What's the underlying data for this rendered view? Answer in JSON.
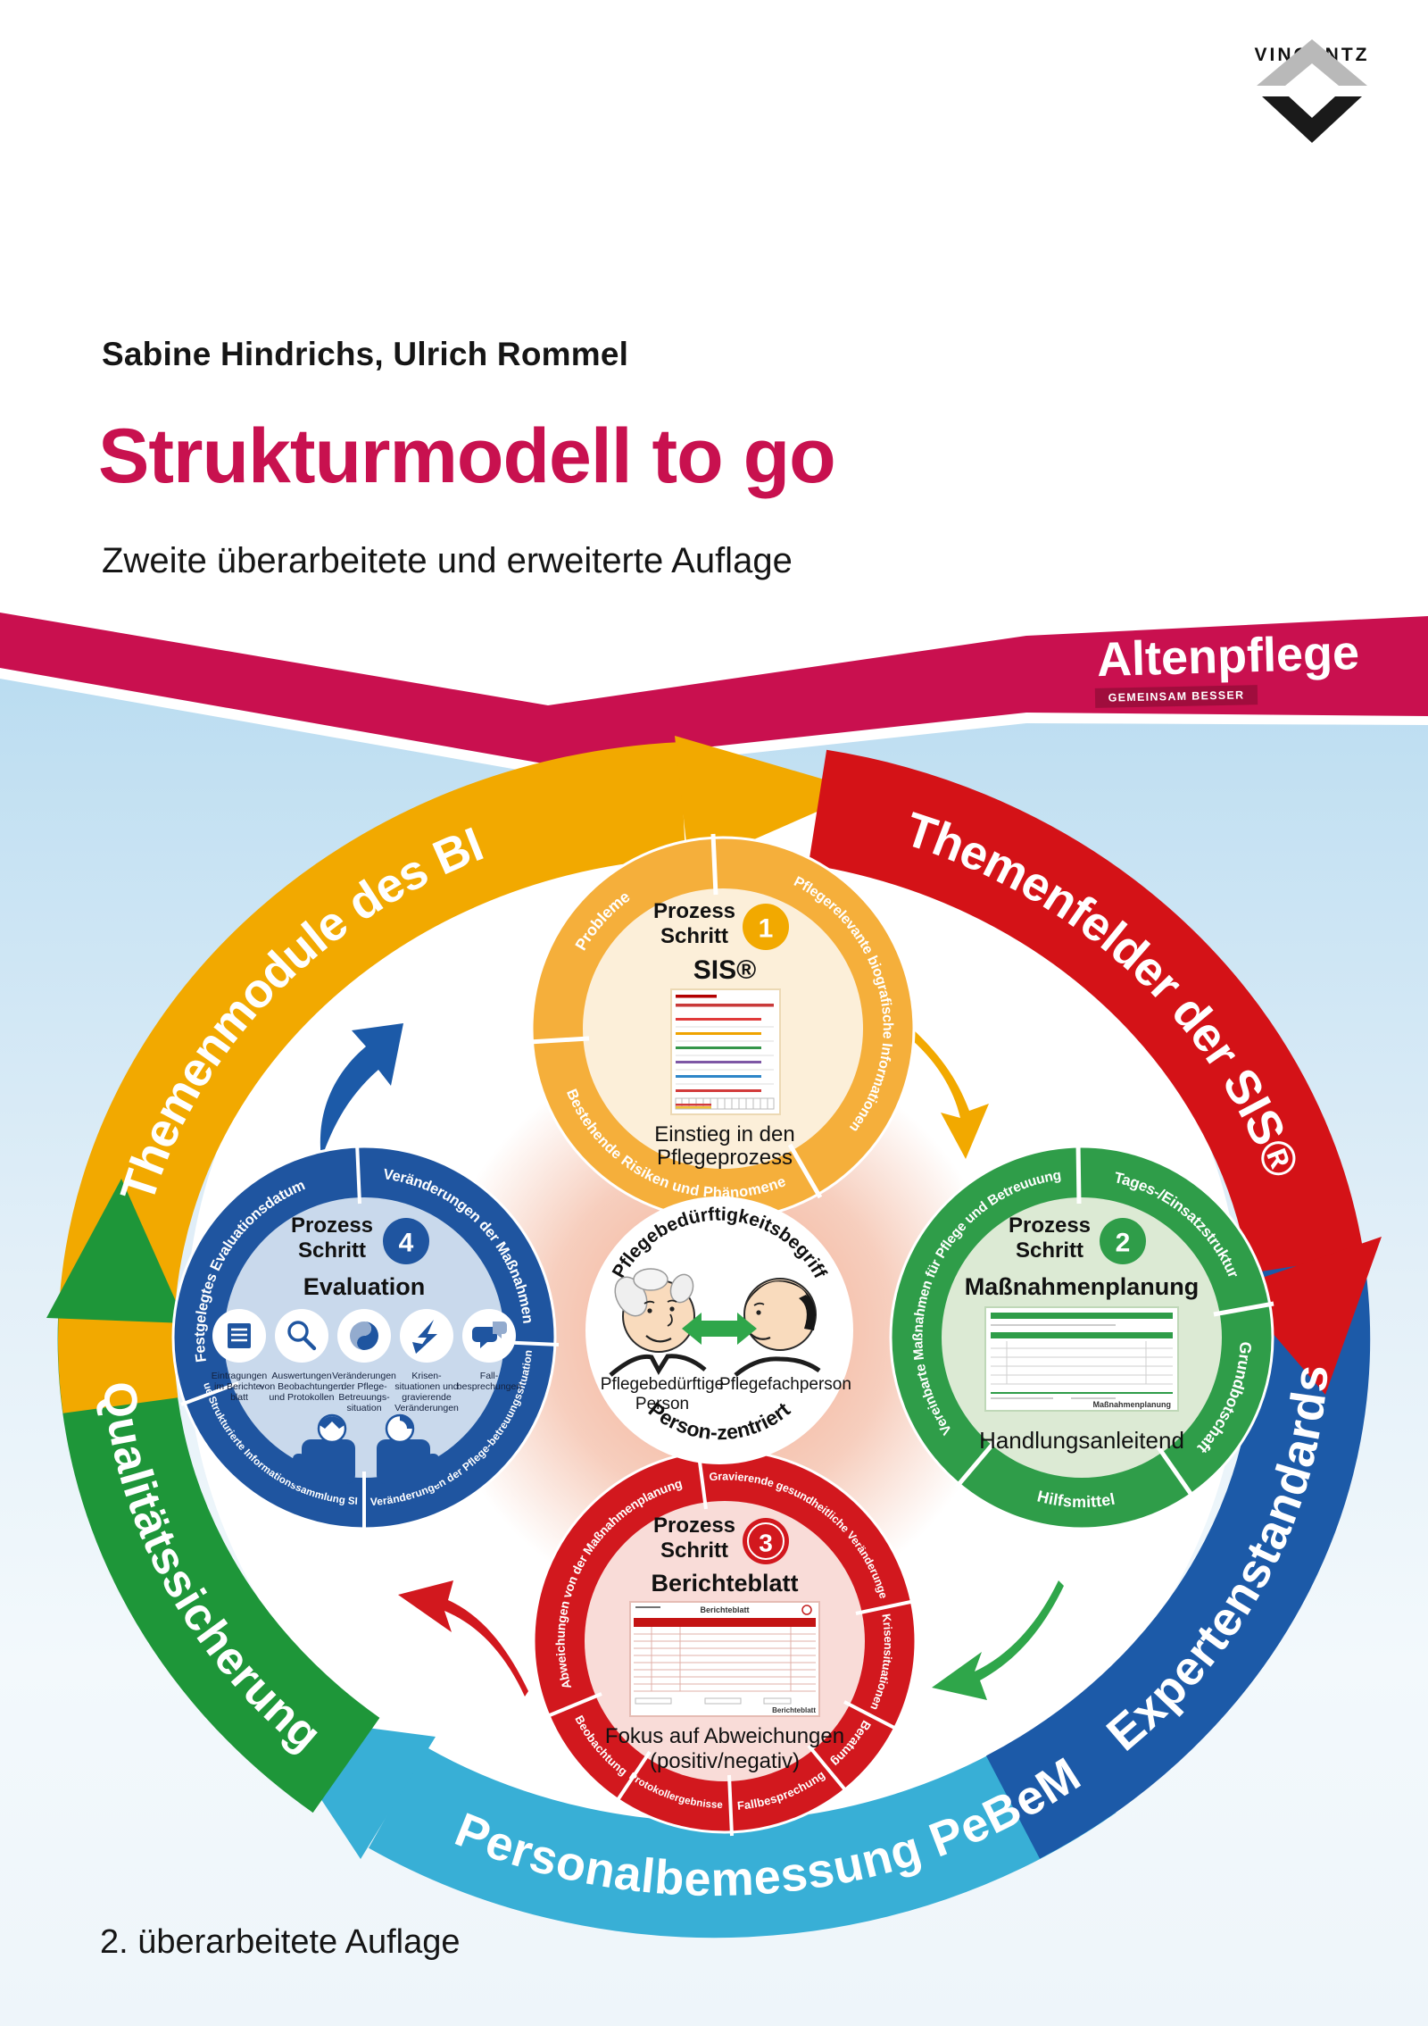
{
  "publisher_logo": {
    "name": "VINCENTZ"
  },
  "cover": {
    "authors": "Sabine Hindrichs, Ulrich Rommel",
    "title": "Strukturmodell to go",
    "subtitle": "Zweite überarbeitete und erweiterte Auflage",
    "edition_note": "2. überarbeitete Auflage"
  },
  "brand_banner": {
    "brand": "Altenpflege",
    "tagline": "GEMEINSAM BESSER"
  },
  "colors": {
    "title_crimson": "#c8114f",
    "banner_red": "#c9104f",
    "arc_yellow": "#f2a900",
    "arc_red": "#d41217",
    "arc_blue": "#1c5aa8",
    "arc_cyan": "#38afd6",
    "arc_green": "#1e9639",
    "ring_step1": "#f5af3b",
    "ring_step2": "#2f9d49",
    "ring_step3": "#d2181e",
    "ring_step4": "#1f55a0",
    "sky_blue": "#85c3e6"
  },
  "diagram": {
    "outer_labels": {
      "yellow": "Themenmodule des BI",
      "red": "Themenfelder der SIS®",
      "blue": "Expertenstandards",
      "cyan": "Personalbemessung PeBeM",
      "green": "Qualitätssicherung"
    },
    "step_word": {
      "line1": "Prozess",
      "line2": "Schritt"
    },
    "center": {
      "top": "Pflegebedürftigkeitsbegriff",
      "bottom": "Person-zentriert",
      "left_label": [
        "Pflegebedürftige",
        "Person"
      ],
      "right_label": "Pflegefachperson"
    },
    "steps": [
      {
        "number": "1",
        "title": "SIS®",
        "caption": [
          "Einstieg in den",
          "Pflegeprozess"
        ],
        "ring": [
          "Probleme",
          "Pflegerelevante biografische Informationen",
          "Bestehende Risiken und Phänomene"
        ]
      },
      {
        "number": "2",
        "title": "Maßnahmenplanung",
        "caption": [
          "Handlungsanleitend"
        ],
        "form_label": "Maßnahmenplanung",
        "ring": [
          "Vereinbarte Maßnahmen für Pflege und Betreuuung",
          "Tages-/Einsatzstruktur",
          "Grundbotschaft",
          "Hilfsmittel"
        ]
      },
      {
        "number": "3",
        "title": "Berichteblatt",
        "caption": [
          "Fokus auf Abweichungen",
          "(positiv/negativ)"
        ],
        "form_label": "Berichteblatt",
        "ring": [
          "Abweichungen von der Maßnahmenplanung",
          "Gravierende gesundheitliche Veränderungen",
          "Krisensituationen",
          "Beratung",
          "Fallbesprechung",
          "Protokollergebnisse",
          "Beobachtung"
        ]
      },
      {
        "number": "4",
        "title": "Evaluation",
        "ring": [
          "Festgelegtes Evaluationsdatum",
          "Veränderungen der Maßnahmen",
          "Neue Strukturierte Informationssammlung SIS®",
          "Veränderungen der Pflege-betreuungssituation"
        ],
        "icon_labels": [
          [
            "Eintragungen",
            "im Berichte-",
            "blatt"
          ],
          [
            "Auswertungen",
            "von Beobachtungen",
            "und Protokollen"
          ],
          [
            "Veränderungen",
            "der Pflege-",
            "Betreuungs-",
            "situation"
          ],
          [
            "Krisen-",
            "situationen und",
            "gravierende",
            "Veränderungen"
          ],
          [
            "Fall-",
            "besprechungen"
          ]
        ]
      }
    ]
  }
}
